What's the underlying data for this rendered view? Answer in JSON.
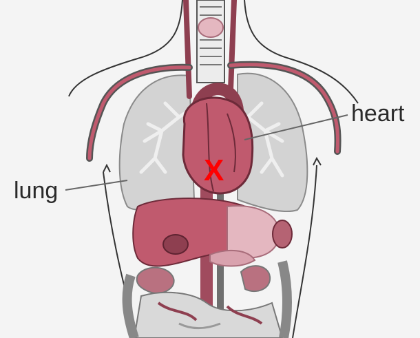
{
  "labels": {
    "lung": "lung",
    "heart": "heart"
  },
  "marker": {
    "text": "X",
    "color": "#ff0000"
  },
  "colors": {
    "background": "#f4f4f4",
    "organ_red": "#c05a6e",
    "organ_dark": "#8e3f50",
    "organ_pink": "#e4b7c0",
    "lung_gray": "#d3d3d3",
    "outline": "#3a3a3a"
  }
}
